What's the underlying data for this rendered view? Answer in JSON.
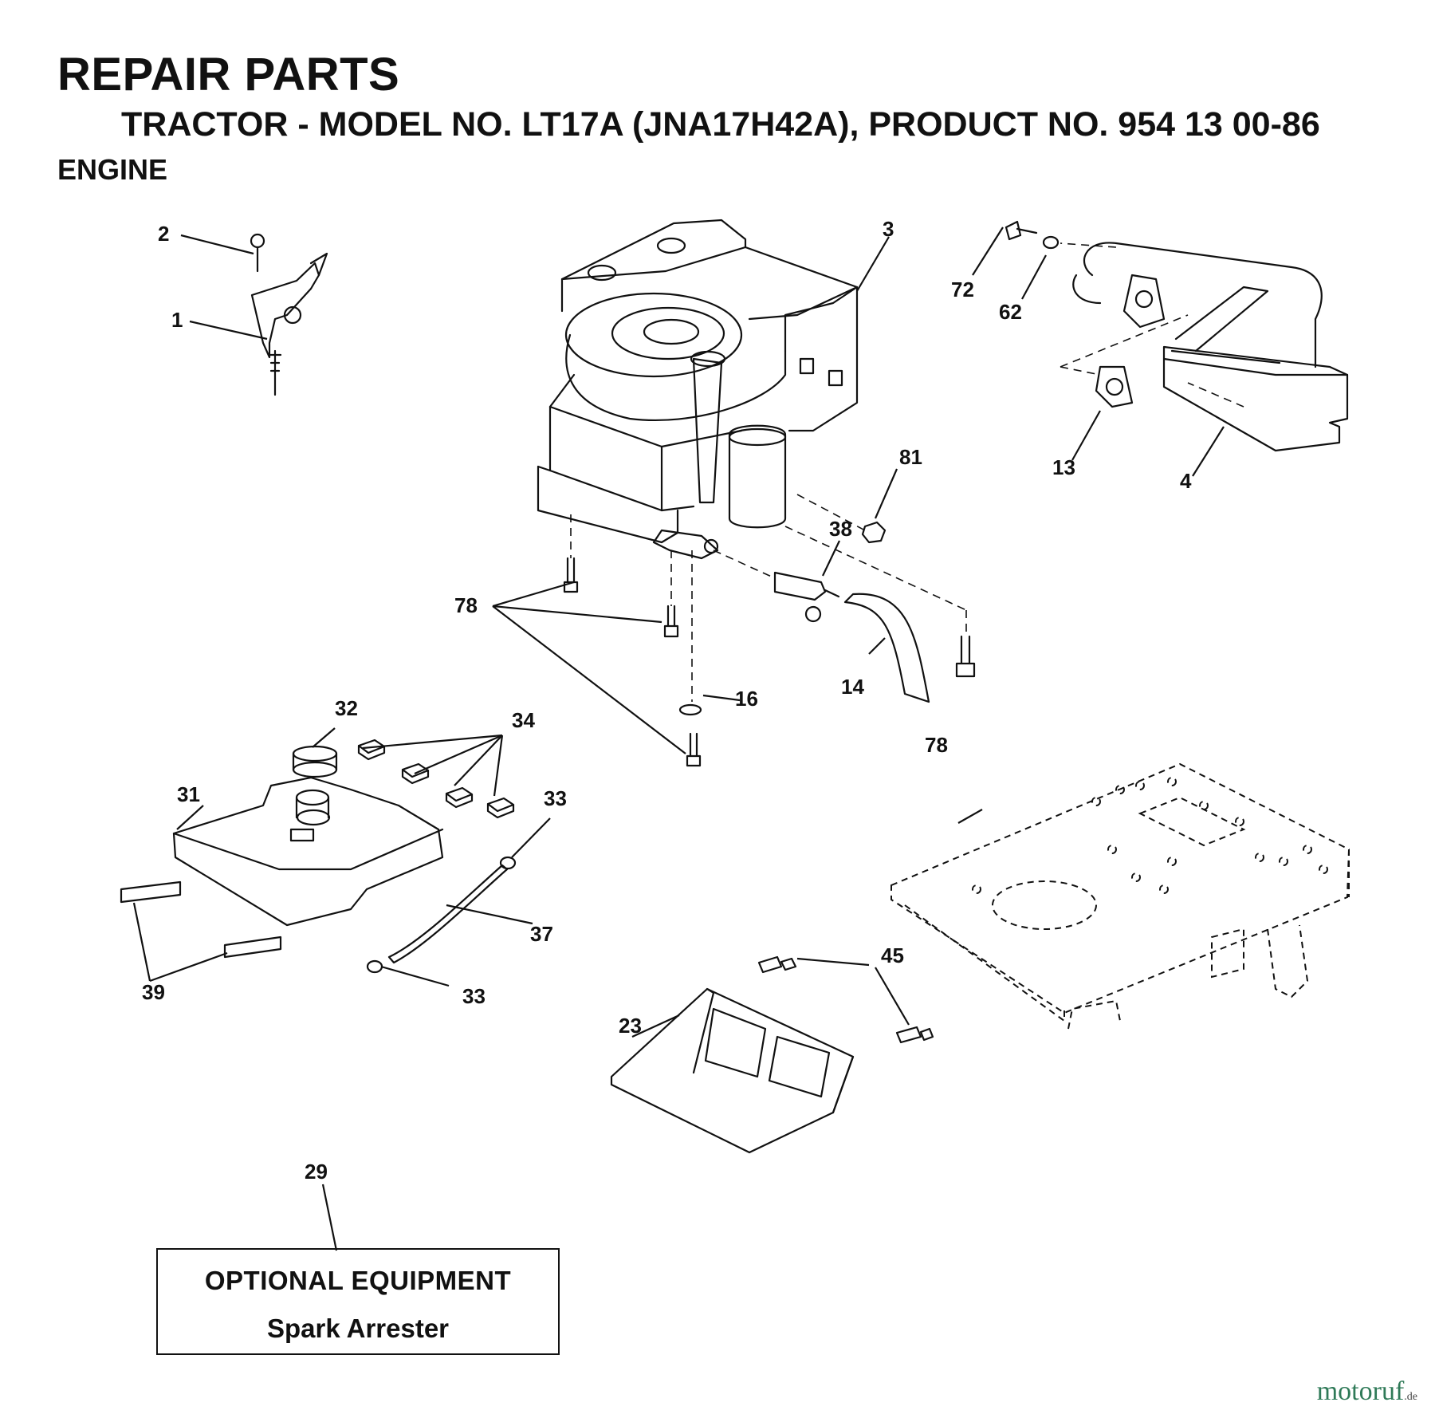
{
  "header": {
    "title": "REPAIR PARTS",
    "subtitle": "TRACTOR - MODEL NO. LT17A (JNA17H42A), PRODUCT NO. 954 13 00-86",
    "section": "ENGINE"
  },
  "callouts": {
    "c1": "1",
    "c2": "2",
    "c3": "3",
    "c4": "4",
    "c13": "13",
    "c14": "14",
    "c16": "16",
    "c23": "23",
    "c29": "29",
    "c31": "31",
    "c32": "32",
    "c33a": "33",
    "c33b": "33",
    "c34": "34",
    "c37": "37",
    "c38": "38",
    "c39": "39",
    "c45": "45",
    "c62": "62",
    "c72": "72",
    "c78a": "78",
    "c78b": "78",
    "c81": "81"
  },
  "optional_box": {
    "heading": "OPTIONAL EQUIPMENT",
    "item": "Spark Arrester"
  },
  "watermark": {
    "text": "motoruf",
    "suffix": ".de"
  }
}
